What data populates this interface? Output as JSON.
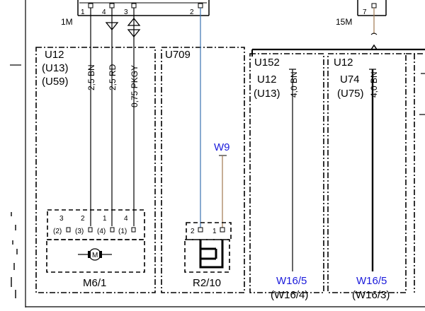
{
  "connectors": {
    "left": {
      "label": "1M",
      "pins": [
        "1",
        "4",
        "3",
        "2"
      ]
    },
    "right": {
      "label": "15M",
      "pin": "7"
    }
  },
  "wires": {
    "bn1": "2,5 BN",
    "rd": "2,5 RD",
    "pkgy": "0,75 PKGY",
    "bn2": "4,0 BN",
    "bn3": "4,0 BN",
    "w9": "W9"
  },
  "boxes": {
    "m61_group": {
      "line1": "U12",
      "line2": "(U13)",
      "line3": "(U59)"
    },
    "u709": {
      "title": "U709"
    },
    "u152_group": {
      "line1": "U152",
      "line2": "U12",
      "line3": "(U13)"
    },
    "u74_group": {
      "line1": "U12",
      "line2": "U74",
      "line3": "(U75)"
    }
  },
  "motor": {
    "label": "M6/1",
    "symbol": "M",
    "pins": [
      "3",
      "2",
      "1",
      "4"
    ],
    "alt_pins": [
      "(2)",
      "(3)",
      "(4)",
      "(1)"
    ]
  },
  "heater": {
    "label": "R2/10",
    "pins": [
      "2",
      "1"
    ]
  },
  "grounds": {
    "g1": {
      "label": "W16/5",
      "alt": "(W16/4)"
    },
    "g2": {
      "label": "W16/5",
      "alt": "(W16/3)"
    }
  },
  "colors": {
    "blue": "#1a1adb",
    "wire_blue": "#3b73b0",
    "wire_brown": "#a07850",
    "black": "#000000"
  }
}
